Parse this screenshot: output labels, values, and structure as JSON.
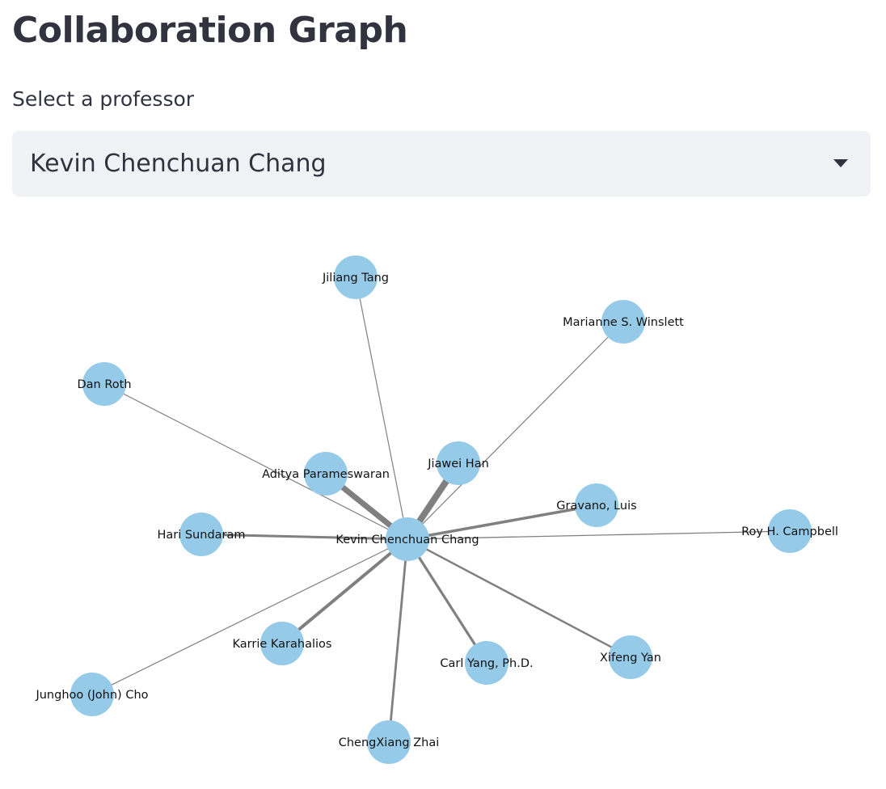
{
  "page": {
    "title": "Collaboration Graph"
  },
  "selector": {
    "label": "Select a professor",
    "selected_value": "Kevin Chenchuan Chang",
    "chevron_icon": "chevron-down-icon"
  },
  "graph": {
    "node_color": "#95cbe8",
    "edge_color": "#808080",
    "center": "Kevin Chenchuan Chang",
    "nodes": [
      "Kevin Chenchuan Chang",
      "Jiliang Tang",
      "Marianne S. Winslett",
      "Dan Roth",
      "Aditya Parameswaran",
      "Jiawei Han",
      "Gravano, Luis",
      "Hari Sundaram",
      "Roy H. Campbell",
      "Karrie Karahalios",
      "Carl Yang, Ph.D.",
      "Xifeng Yan",
      "Junghoo (John) Cho",
      "ChengXiang Zhai"
    ],
    "edges": [
      {
        "source": "Kevin Chenchuan Chang",
        "target": "Jiliang Tang"
      },
      {
        "source": "Kevin Chenchuan Chang",
        "target": "Marianne S. Winslett"
      },
      {
        "source": "Kevin Chenchuan Chang",
        "target": "Dan Roth"
      },
      {
        "source": "Kevin Chenchuan Chang",
        "target": "Aditya Parameswaran"
      },
      {
        "source": "Kevin Chenchuan Chang",
        "target": "Jiawei Han"
      },
      {
        "source": "Kevin Chenchuan Chang",
        "target": "Gravano, Luis"
      },
      {
        "source": "Kevin Chenchuan Chang",
        "target": "Hari Sundaram"
      },
      {
        "source": "Kevin Chenchuan Chang",
        "target": "Roy H. Campbell"
      },
      {
        "source": "Kevin Chenchuan Chang",
        "target": "Karrie Karahalios"
      },
      {
        "source": "Kevin Chenchuan Chang",
        "target": "Carl Yang, Ph.D."
      },
      {
        "source": "Kevin Chenchuan Chang",
        "target": "Xifeng Yan"
      },
      {
        "source": "Kevin Chenchuan Chang",
        "target": "Junghoo (John) Cho"
      },
      {
        "source": "Kevin Chenchuan Chang",
        "target": "ChengXiang Zhai"
      }
    ]
  }
}
